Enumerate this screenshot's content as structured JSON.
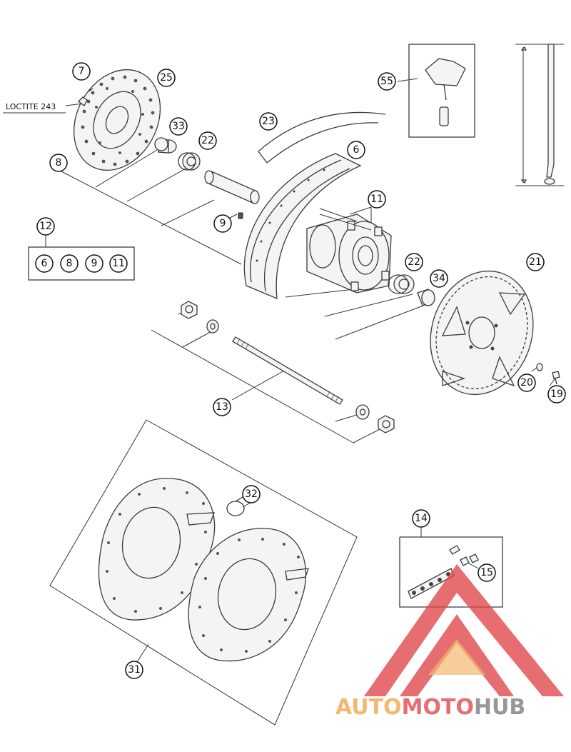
{
  "callouts": {
    "c7": "7",
    "c25": "25",
    "c33": "33",
    "c22a": "22",
    "c8": "8",
    "c9": "9",
    "c12": "12",
    "c6b": "6",
    "c8b": "8",
    "c9b": "9",
    "c11b": "11",
    "c23": "23",
    "c6": "6",
    "c11": "11",
    "c55": "55",
    "c22b": "22",
    "c34": "34",
    "c21": "21",
    "c13": "13",
    "c20": "20",
    "c19": "19",
    "c32": "32",
    "c14": "14",
    "c15": "15",
    "c31": "31"
  },
  "note": {
    "loctite": "LOCTITE 243"
  },
  "logo": {
    "part1": "AUTO",
    "part2": "MOTO",
    "part3": "HUB",
    "colors": {
      "auto": "#f1a44a",
      "moto": "#e0464a",
      "hub": "#7b7b7b"
    }
  }
}
